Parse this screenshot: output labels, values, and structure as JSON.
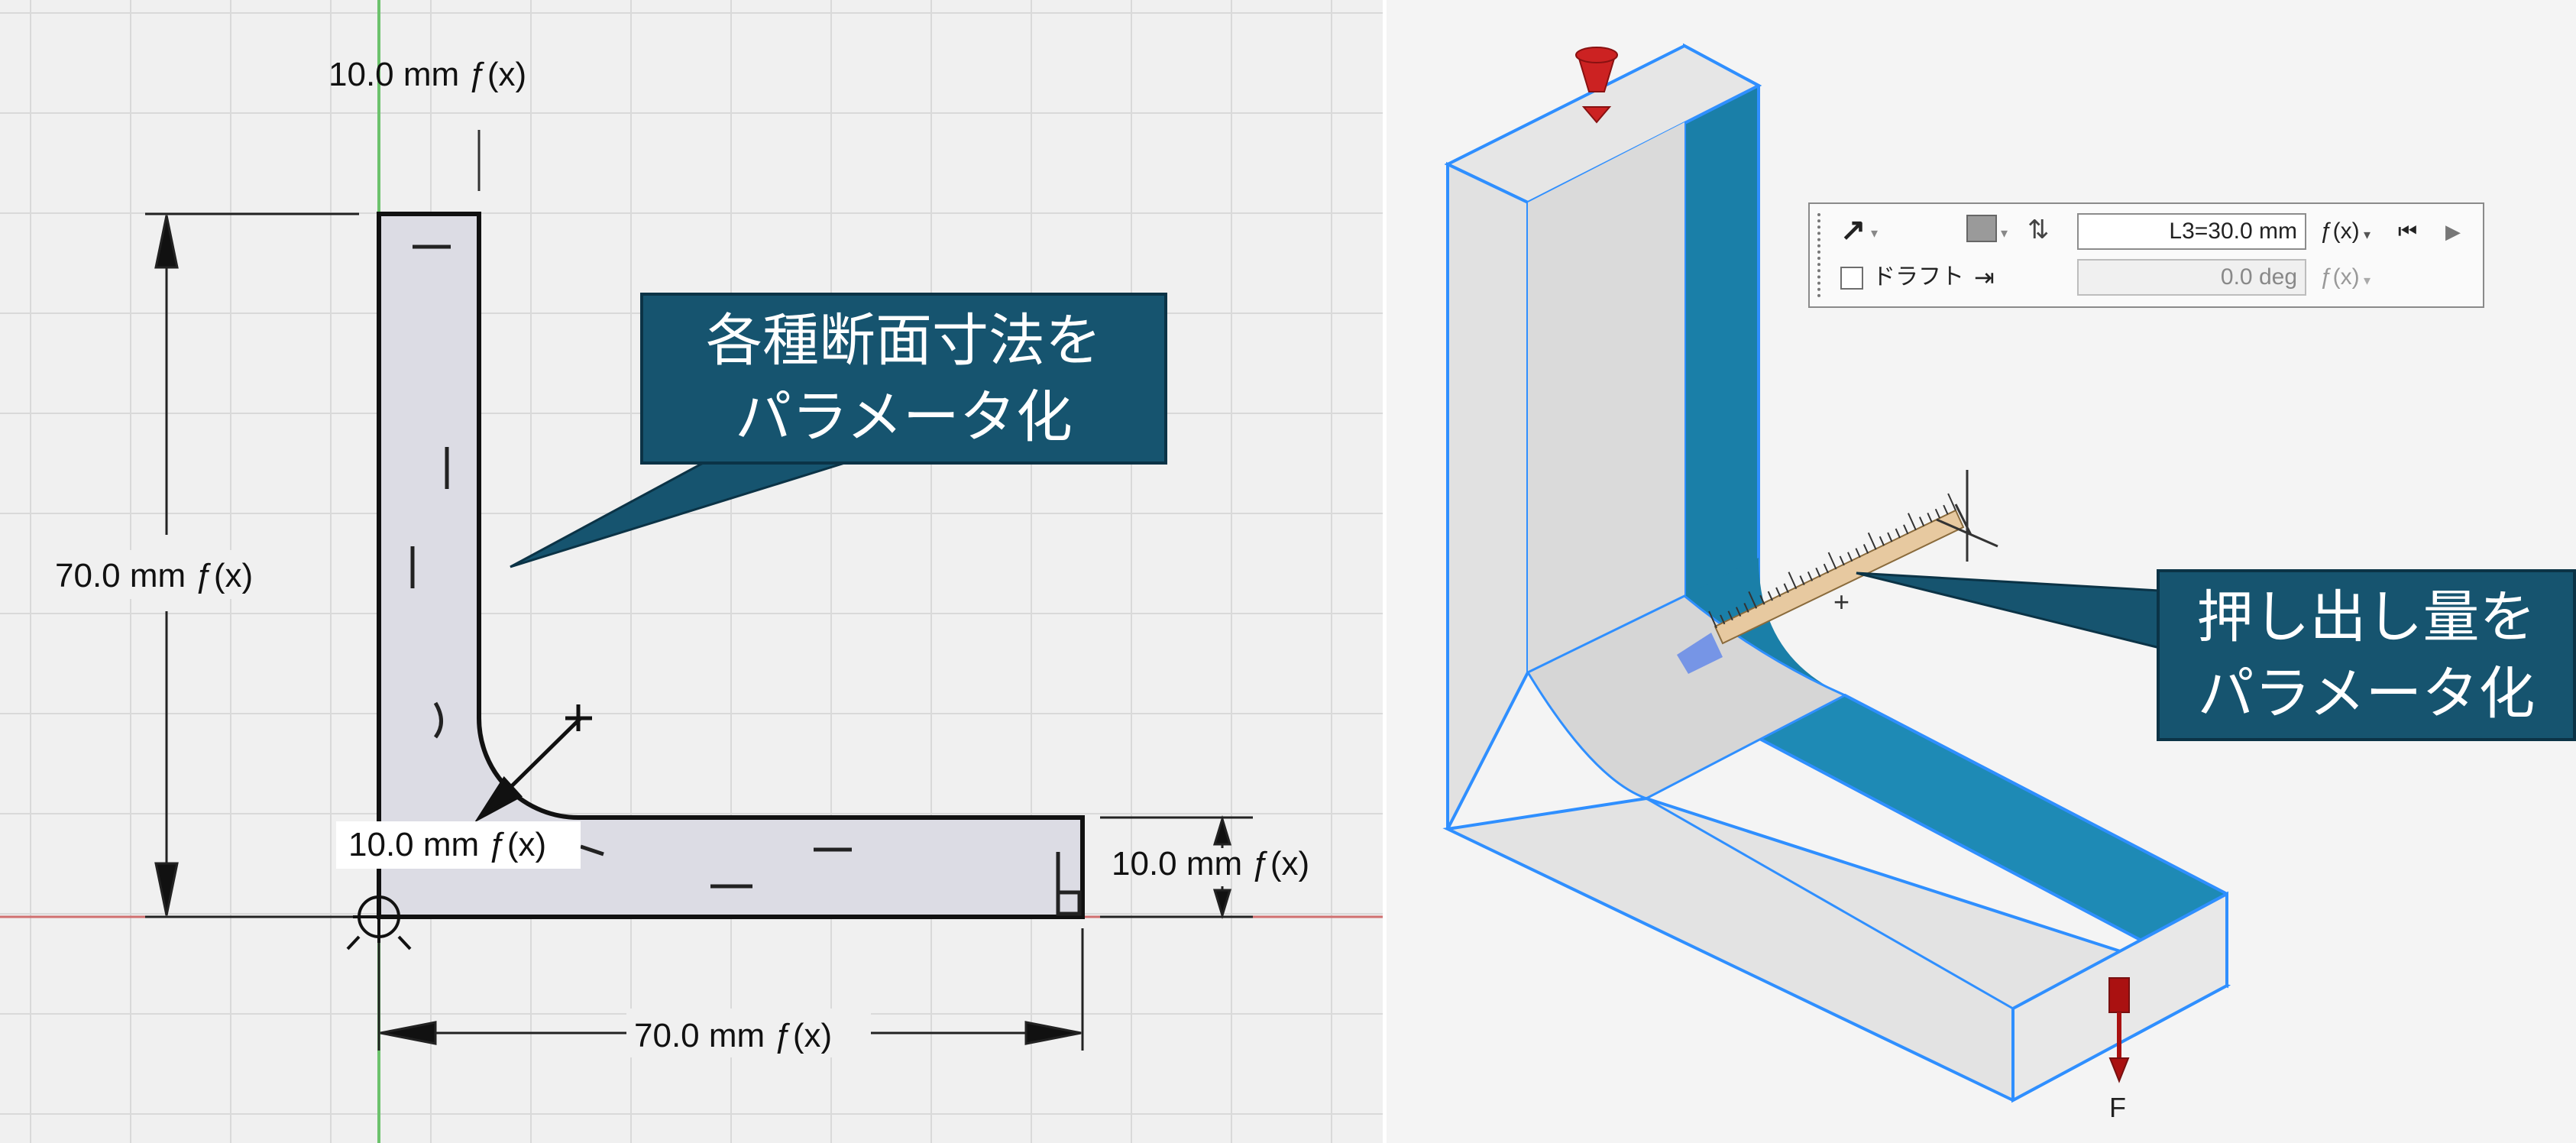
{
  "sketch_panel": {
    "dimensions": {
      "top_thickness": "10.0 mm ƒ(x)",
      "height": "70.0 mm ƒ(x)",
      "fillet_radius": "10.0 mm ƒ(x)",
      "bottom_thickness": "10.0 mm ƒ(x)",
      "width": "70.0 mm ƒ(x)"
    },
    "callout": {
      "line1": "各種断面寸法を",
      "line2": "パラメータ化"
    }
  },
  "model_panel": {
    "toolbar": {
      "distance_value": "L3=30.0 mm",
      "fx_label": "ƒ(x)",
      "draft_label": "ドラフト",
      "angle_value": "0.0 deg"
    },
    "callout": {
      "line1": "押し出し量を",
      "line2": "パラメータ化"
    },
    "load_label": "F"
  },
  "colors": {
    "callout_fill": "#16546f",
    "face_highlight": "#1a7fa8",
    "edge_blue": "#2f8fff",
    "sketch_fill": "#dcdce4"
  }
}
